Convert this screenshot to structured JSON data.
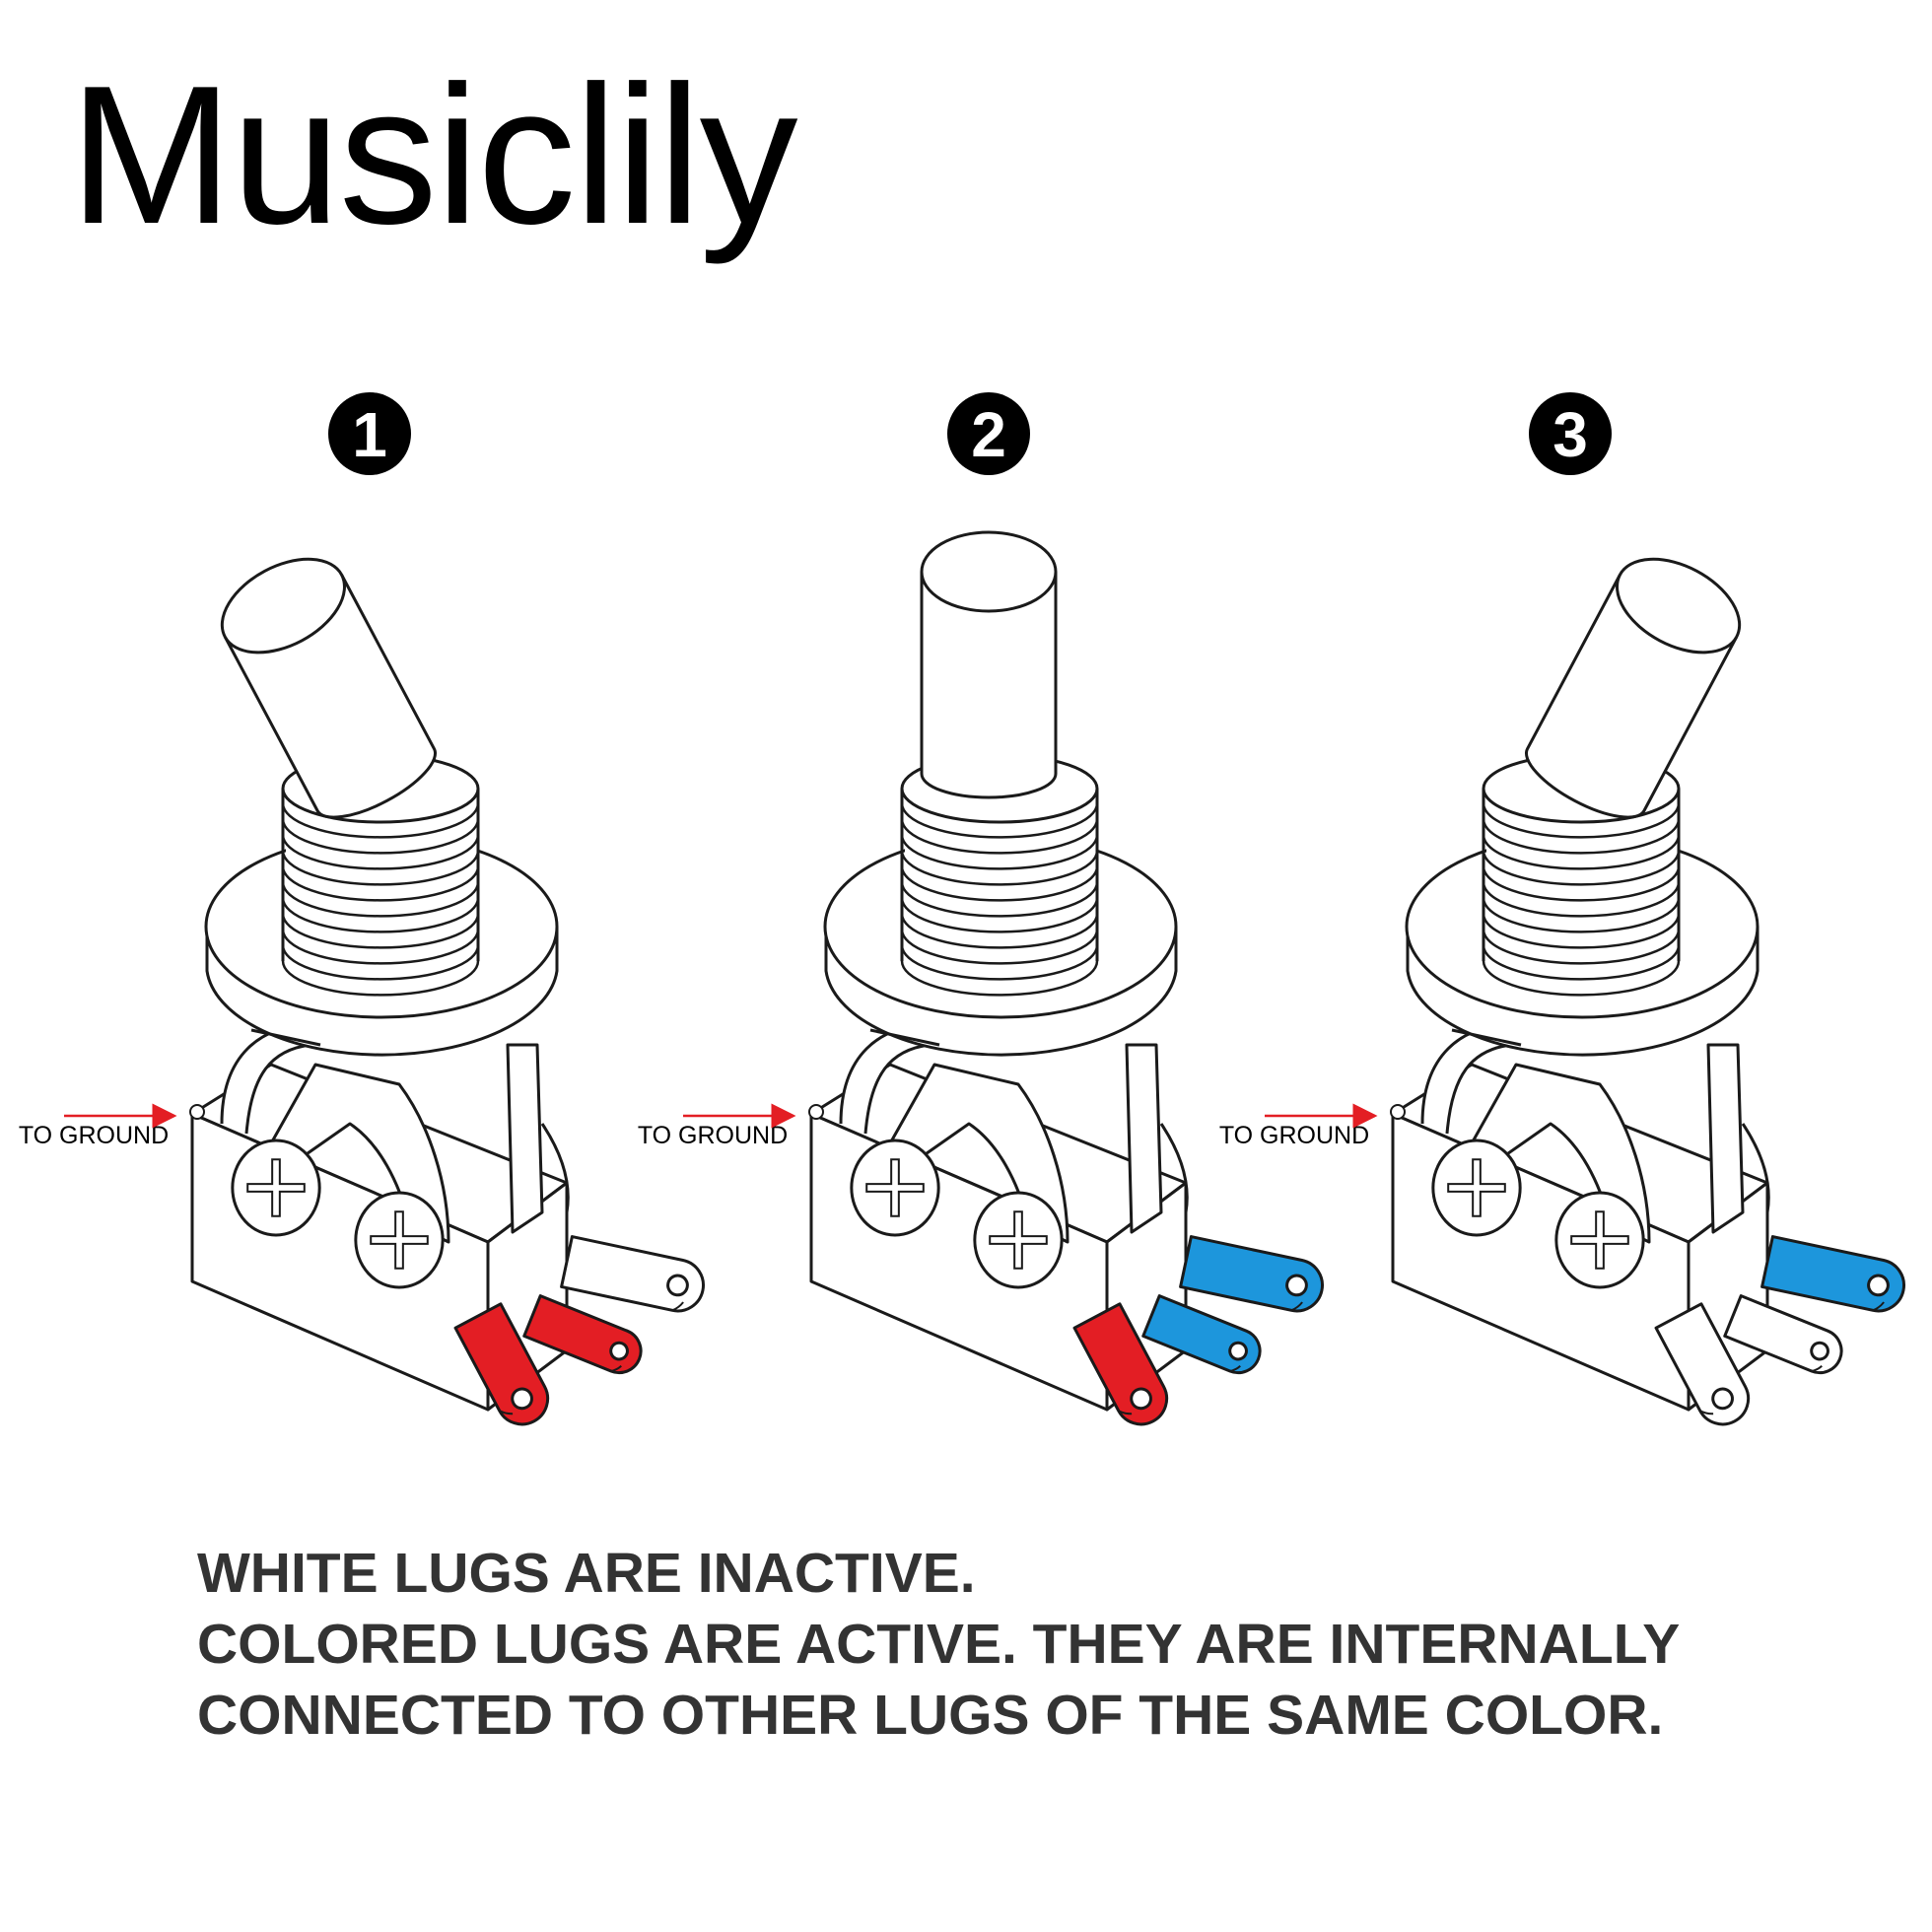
{
  "brand": "Musiclily",
  "colors": {
    "active_red": "#e31e24",
    "active_blue": "#1d96dc",
    "inactive": "#ffffff",
    "outline": "#1a1a1a",
    "arrow": "#e31e24",
    "caption_text": "#333333"
  },
  "switches": [
    {
      "number": "1",
      "toggle": "tilted-left",
      "ground_label": "TO GROUND",
      "lugs": {
        "back": "inactive",
        "middle": "red",
        "front": "red"
      }
    },
    {
      "number": "2",
      "toggle": "upright",
      "ground_label": "TO GROUND",
      "lugs": {
        "back": "blue",
        "middle": "blue",
        "front": "red"
      }
    },
    {
      "number": "3",
      "toggle": "tilted-right",
      "ground_label": "TO GROUND",
      "lugs": {
        "back": "blue",
        "middle": "inactive",
        "front": "inactive"
      }
    }
  ],
  "caption": {
    "line1": "WHITE LUGS ARE INACTIVE.",
    "line2": "COLORED LUGS ARE ACTIVE. THEY ARE INTERNALLY",
    "line3": "CONNECTED TO OTHER LUGS OF THE SAME COLOR."
  }
}
